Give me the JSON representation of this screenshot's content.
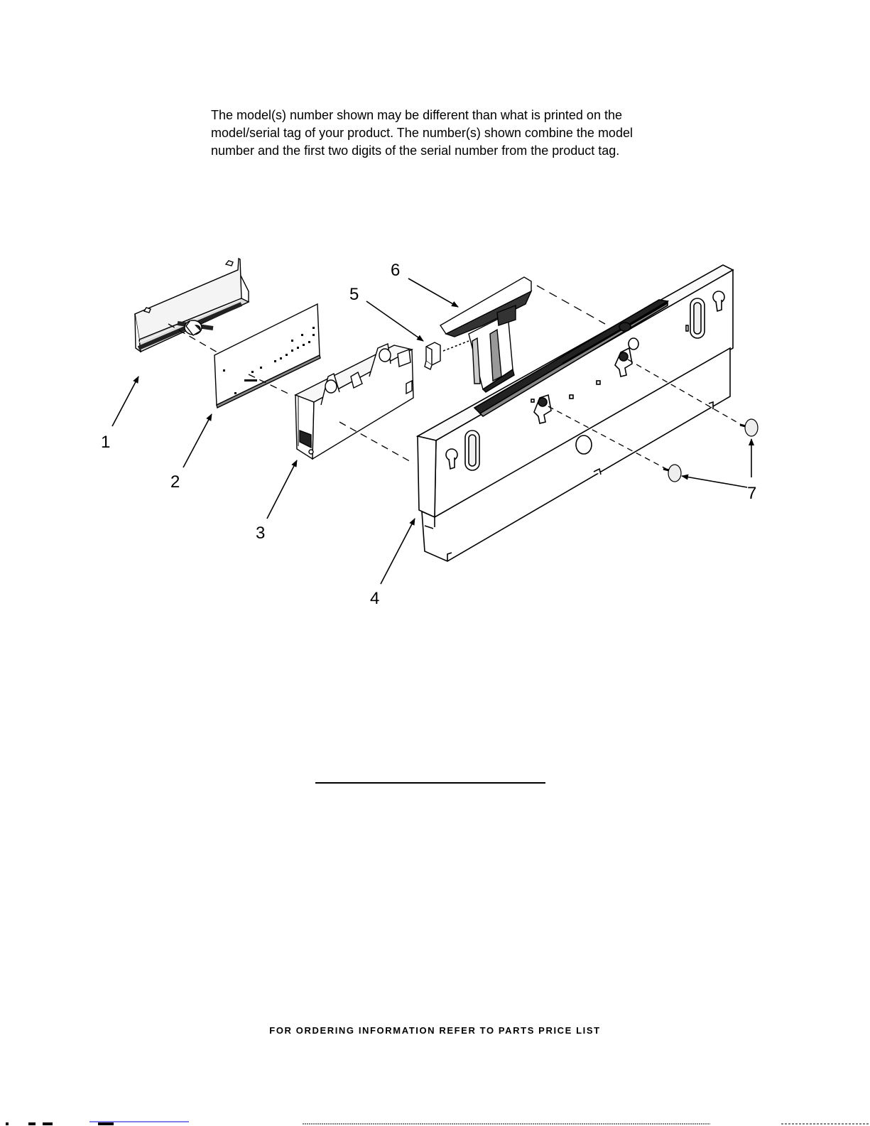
{
  "notice": {
    "line1": "The model(s) number shown may be different than what is printed on the",
    "line2": "model/serial tag of your product. The number(s) shown combine the model",
    "line3": "number and the first two digits of the serial number from the product tag."
  },
  "callouts": {
    "c1": "1",
    "c2": "2",
    "c3": "3",
    "c4": "4",
    "c5": "5",
    "c6": "6",
    "c7": "7"
  },
  "footer": {
    "text": "FOR ORDERING INFORMATION REFER TO PARTS PRICE LIST"
  },
  "colors": {
    "ink": "#000000",
    "paper": "#ffffff",
    "link": "#0000cc"
  }
}
